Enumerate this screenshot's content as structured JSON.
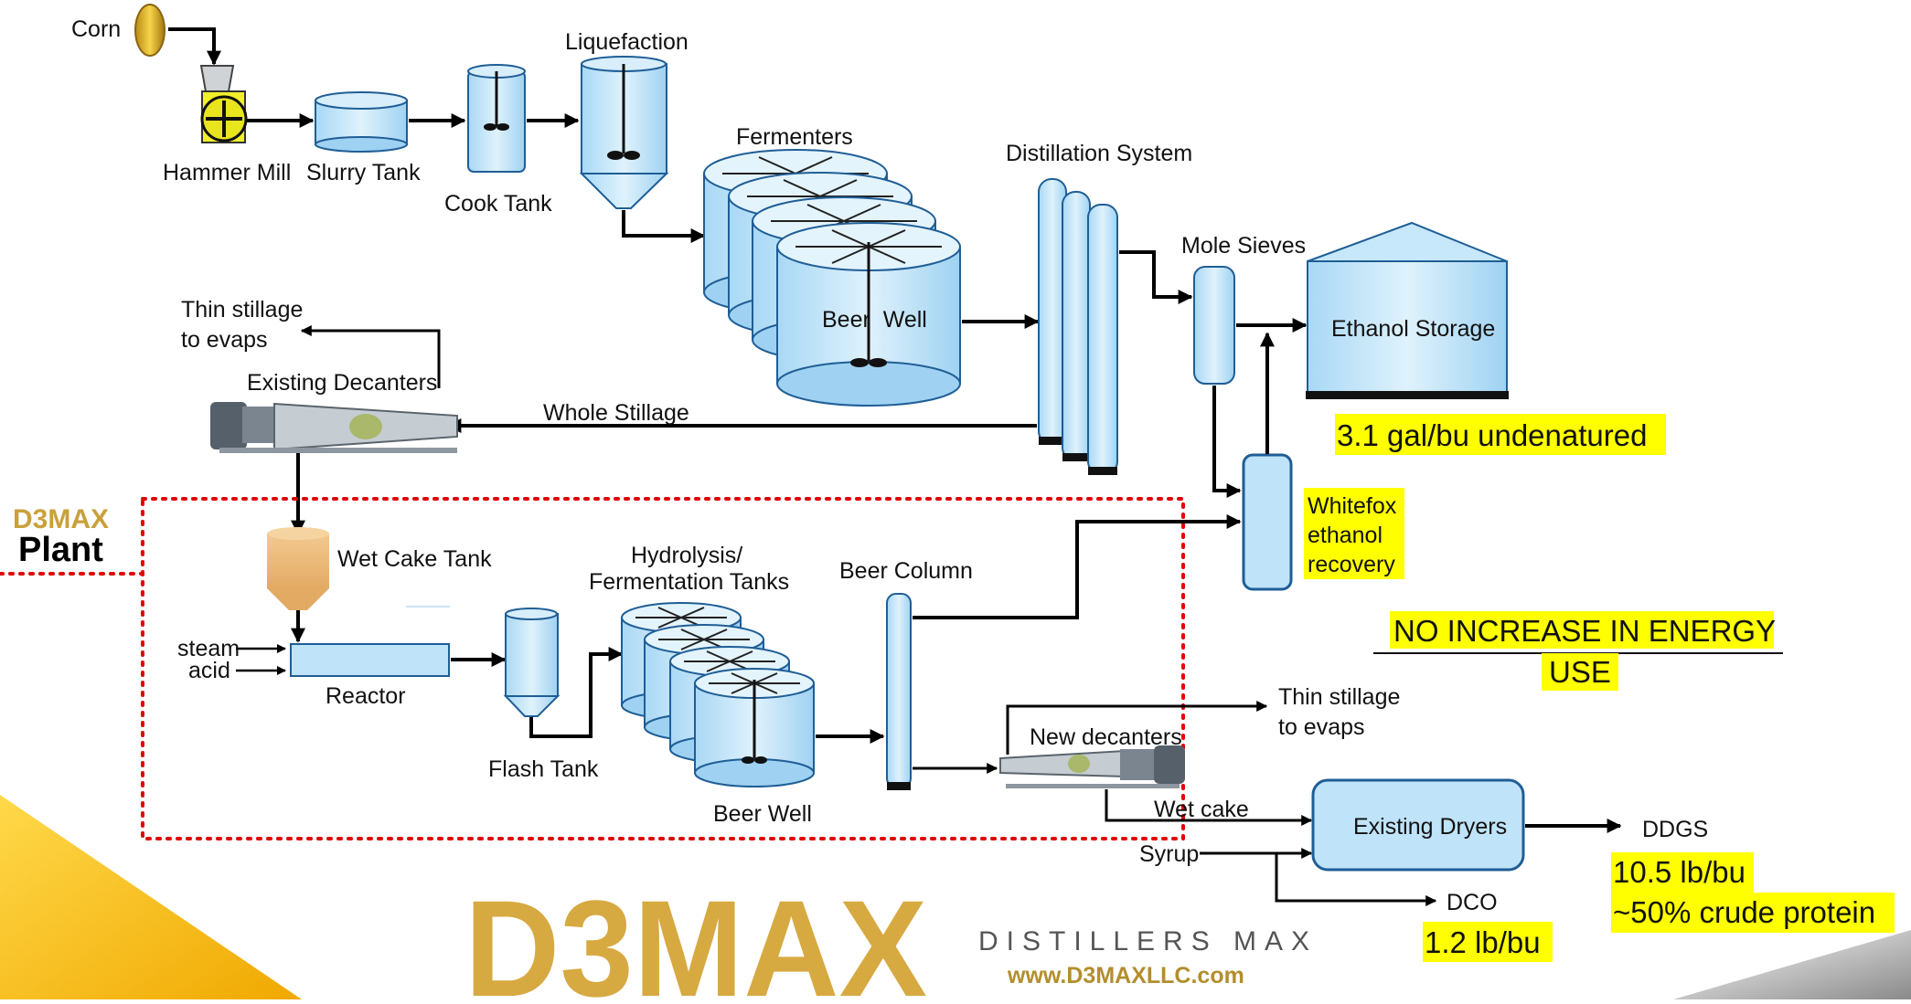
{
  "colors": {
    "tank_fill": "#bfe3f8",
    "tank_stroke": "#1f5e96",
    "highlight": "#ffff00",
    "boundary": "#e00000",
    "logo_gold": "#d7a941",
    "logo_grey": "#555555"
  },
  "icons": [
    "corn-kernel-icon",
    "decanter-centrifuge-icon",
    "agitator-icon"
  ],
  "labels": {
    "corn": "Corn",
    "hammer_mill": "Hammer Mill",
    "slurry_tank": "Slurry Tank",
    "cook_tank": "Cook Tank",
    "liquefaction": "Liquefaction",
    "fermenters": "Fermenters",
    "beer_well_top": "Beer  Well",
    "distillation": "Distillation System",
    "mole_sieves": "Mole Sieves",
    "ethanol_storage": "Ethanol Storage",
    "thin_stillage_top_1": "Thin stillage",
    "thin_stillage_top_2": "to evaps",
    "existing_decanters": "Existing Decanters",
    "whole_stillage": "Whole Stillage",
    "wet_cake_tank": "Wet Cake Tank",
    "steam": "steam",
    "acid": "acid",
    "reactor": "Reactor",
    "flash_tank": "Flash Tank",
    "hydrolysis_1": "Hydrolysis/",
    "hydrolysis_2": "Fermentation Tanks",
    "beer_column": "Beer Column",
    "beer_well_bottom": "Beer Well",
    "new_decanters": "New decanters",
    "thin_stillage_bottom_1": "Thin stillage",
    "thin_stillage_bottom_2": "to evaps",
    "wet_cake": "Wet cake",
    "syrup": "Syrup",
    "existing_dryers": "Existing Dryers",
    "ddgs": "DDGS",
    "dco": "DCO",
    "whitefox_1": "Whitefox",
    "whitefox_2": "ethanol",
    "whitefox_3": "recovery",
    "plant_logo": "D3MAX",
    "plant": "Plant"
  },
  "callouts": {
    "ethanol_yield": "3.1 gal/bu undenatured",
    "energy_1": "NO INCREASE IN ENERGY",
    "energy_2": "USE",
    "ddgs_yield": "10.5 lb/bu",
    "ddgs_protein": "~50% crude protein",
    "dco_yield": "1.2 lb/bu"
  },
  "footer": {
    "logo": "D3MAX",
    "company": "DISTILLERS MAX",
    "url": "www.D3MAXLLC.com"
  }
}
